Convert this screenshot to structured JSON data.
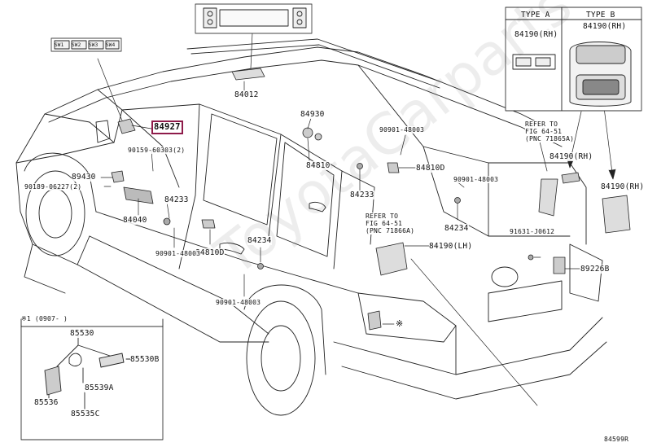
{
  "watermark": "ToyotaCarparts",
  "diagram_code": "84599R",
  "highlighted_part": "84927",
  "labels": {
    "p84927": "84927",
    "p84012": "84012",
    "p84930": "84930",
    "p84810_a": "84810",
    "p84810D_a": "84810D",
    "p84810D_b": "84810D",
    "p84233_a": "84233",
    "p84233_b": "84233",
    "p84234_a": "84234",
    "p84234_b": "84234",
    "p84040": "84040",
    "p89430": "89430",
    "p90159": "90159-60303(2)",
    "p90189": "90189-06227(2)",
    "p90901_a": "90901-48003",
    "p90901_b": "90901-48003",
    "p90901_c": "90901-48003",
    "p90901_d": "90901-48003",
    "p84190_lh": "84190(LH)",
    "p84190_rh_a": "84190(RH)",
    "p84190_rh_b": "84190(RH)",
    "p91631": "91631-J0612",
    "p89226B": "89226B",
    "ref1_line1": "REFER TO",
    "ref1_line2": "FIG 64-51",
    "ref1_line3": "(PNC 71865A)",
    "ref2_line1": "REFER TO",
    "ref2_line2": "FIG 64-51",
    "ref2_line3": "(PNC 71866A)",
    "star_mark": "※"
  },
  "inset_types": {
    "type_a_title": "TYPE A",
    "type_b_title": "TYPE B",
    "type_a_part": "84190(RH)",
    "type_b_part": "84190(RH)"
  },
  "inset_detail": {
    "header": "※1 (0907-    )",
    "p85530": "85530",
    "p85530B": "85530B",
    "p85536": "85536",
    "p85539A": "85539A",
    "p85535C": "85535C"
  },
  "switch_panel_left": [
    "SW1",
    "SW2",
    "SW3",
    "SW4"
  ]
}
